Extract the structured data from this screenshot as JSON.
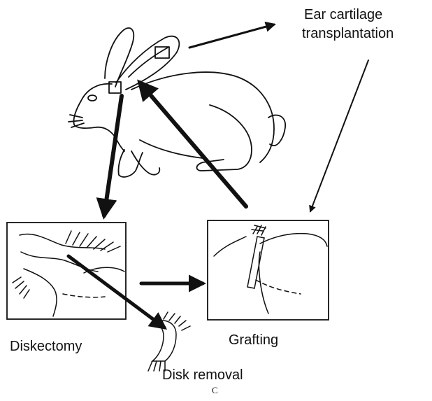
{
  "figure": {
    "labels": {
      "ear_cartilage_line1": "Ear cartilage",
      "ear_cartilage_line2": "transplantation",
      "diskectomy": "Diskectomy",
      "grafting": "Grafting",
      "disk_removal": "Disk removal",
      "panel": "C"
    },
    "colors": {
      "line": "#111111",
      "background": "#ffffff"
    }
  }
}
